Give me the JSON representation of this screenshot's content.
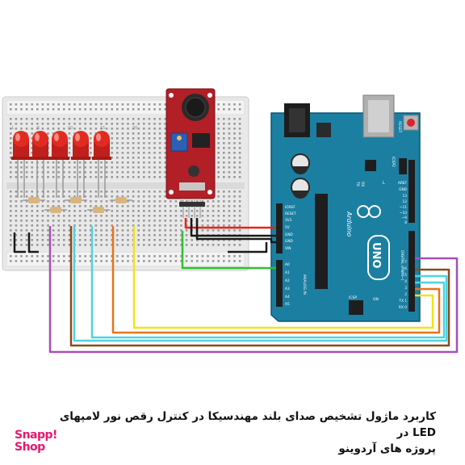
{
  "caption": {
    "line1": "کاربرد ماژول تشخیص صدای بلند مهندسیکا در کنترل رقص نور لامپهای LED در",
    "line2": "پروژه های آردوینو"
  },
  "logo": {
    "line1": "Snapp!",
    "line2": "Shop",
    "color": "#e8176e"
  },
  "board": {
    "name": "UNO",
    "brand": "Arduino",
    "header_top": "DIGITAL (PWM~)",
    "analog_label": "ANALOG IN",
    "icsp1": "ICSP",
    "icsp2": "ICSP2",
    "reset_label": "RESET",
    "power_pins": [
      "IOREF",
      "RESET",
      "3V3",
      "5V",
      "GND",
      "GND",
      "VIN"
    ],
    "analog_pins": [
      "A0",
      "A1",
      "A2",
      "A3",
      "A4",
      "A5"
    ],
    "digital_pins": [
      "7",
      "6",
      "5",
      "4",
      "3",
      "2",
      "TX 1",
      "RX 0"
    ],
    "top_pins": [
      "AREF",
      "GND",
      "13",
      "12",
      "~11",
      "~10",
      "~9",
      "8"
    ],
    "tx_label": "TX",
    "rx_label": "RX",
    "l_label": "L",
    "on_label": "ON"
  },
  "breadboard": {
    "columns": [
      "1",
      "5",
      "10",
      "15",
      "20",
      "25",
      "30"
    ]
  },
  "wire_colors": {
    "red": "#e8221b",
    "black": "#1a1a1a",
    "green": "#2fbf2f",
    "yellow": "#f3e21a",
    "orange": "#e8741a",
    "cyan": "#4fd3e0",
    "brown": "#8b4a1b",
    "purple": "#a64fb8"
  },
  "icons": [
    "electret-microphone-icon",
    "potentiometer-icon",
    "reset-button-icon",
    "usb-port-icon",
    "power-jack-icon",
    "capacitor-icon"
  ]
}
